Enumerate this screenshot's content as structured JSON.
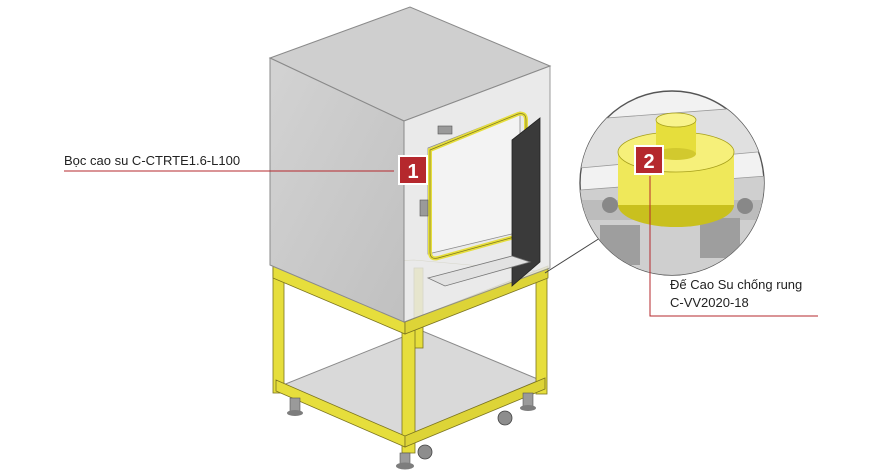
{
  "callouts": [
    {
      "number": "1",
      "lines": [
        "Bọc cao su C-CTRTE1.6-L100"
      ]
    },
    {
      "number": "2",
      "lines": [
        "Đế Cao Su chống rung",
        "C-VV2020-18"
      ]
    }
  ],
  "colors": {
    "accent": "#b5282d",
    "frame_yellow": "#e6de3c",
    "enclosure_gray": "#c9c9c9",
    "leader_line": "#b5282d"
  }
}
